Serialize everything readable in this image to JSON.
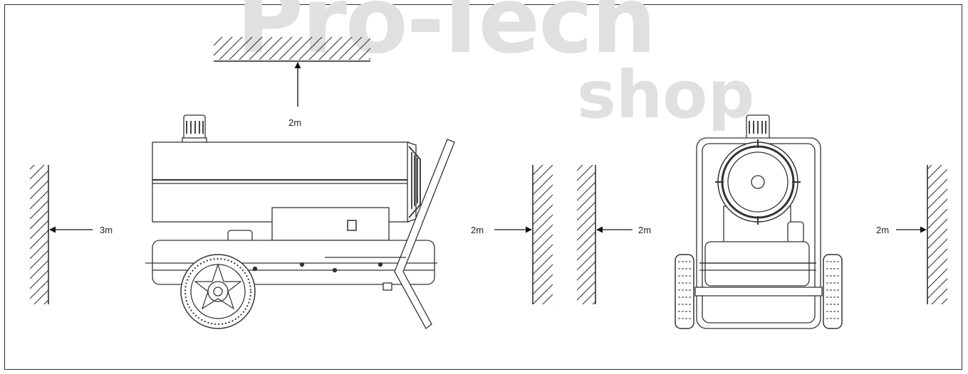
{
  "watermark": {
    "brand": "Pro-Tech",
    "sub": "shop"
  },
  "clearances": {
    "ceiling": "2m",
    "rear_left": "3m",
    "front_right": "2m",
    "side_left": "2m",
    "side_right": "2m"
  }
}
